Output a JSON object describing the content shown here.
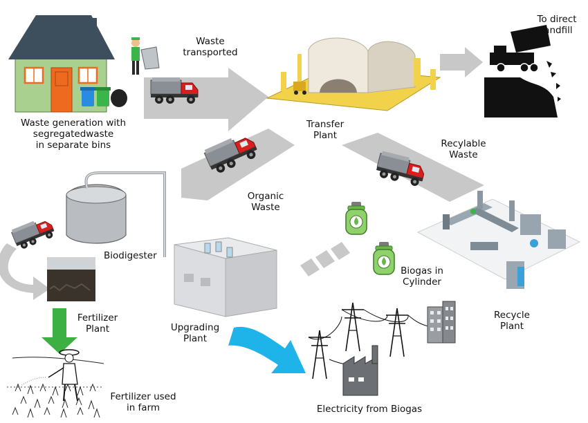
{
  "labels": {
    "waste_generation": [
      "Waste generation with",
      "segregatedwaste",
      "in separate bins"
    ],
    "waste_transported": [
      "Waste",
      "transported"
    ],
    "transfer_plant": [
      "Transfer",
      "Plant"
    ],
    "to_landfill": [
      "To direct",
      "landfill"
    ],
    "recyclable_waste": [
      "Recylable",
      "Waste"
    ],
    "organic_waste": [
      "Organic",
      "Waste"
    ],
    "biodigester": "Biodigester",
    "fertilizer_plant": [
      "Fertilizer",
      "Plant"
    ],
    "upgrading_plant": [
      "Upgrading",
      "Plant"
    ],
    "biogas_cylinder": [
      "Biogas in",
      "Cylinder"
    ],
    "recycle_plant": [
      "Recycle",
      "Plant"
    ],
    "fertilizer_used": [
      "Fertilizer used",
      "in farm"
    ],
    "electricity": "Electricity from Biogas"
  },
  "colors": {
    "flow_arrow": "#c8c8c8",
    "green_arrow": "#3cb043",
    "blue_arrow": "#1eb4ea",
    "truck_red": "#d91e1e",
    "house_roof": "#3d4f5c",
    "house_wall": "#a9d08e",
    "house_door": "#ee6a1e",
    "cylinder_green": "#8fd16a",
    "landfill": "#111111"
  },
  "icons": [
    "house-icon",
    "waste-bin-icon",
    "worker-icon",
    "truck-icon",
    "transfer-plant-icon",
    "landfill-truck-icon",
    "biodigester-tank-icon",
    "upgrading-plant-icon",
    "gas-cylinder-icon",
    "recycle-plant-icon",
    "fertilizer-pile-icon",
    "farmer-icon",
    "power-line-icon",
    "factory-icon",
    "building-icon"
  ]
}
